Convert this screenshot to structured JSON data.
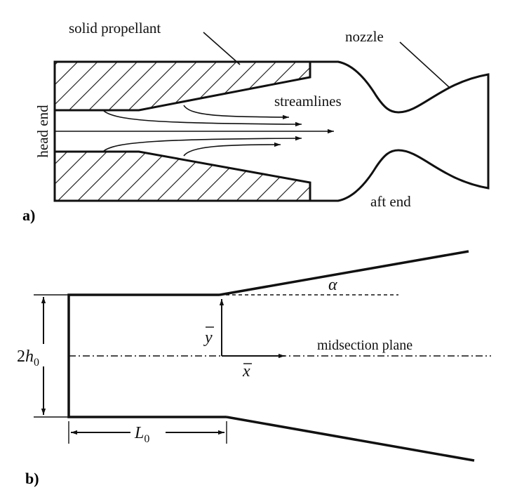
{
  "panel_a": {
    "tag": "a)",
    "labels": {
      "solid_propellant": "solid propellant",
      "nozzle": "nozzle",
      "streamlines": "streamlines",
      "head_end": "head end",
      "aft_end": "aft end"
    }
  },
  "panel_b": {
    "tag": "b)",
    "labels": {
      "height_coef": "2",
      "height_var": "h",
      "height_sub": "0",
      "length_var": "L",
      "length_sub": "0",
      "y_axis": "y",
      "x_axis": "x",
      "angle": "α",
      "plane": "midsection plane"
    }
  }
}
